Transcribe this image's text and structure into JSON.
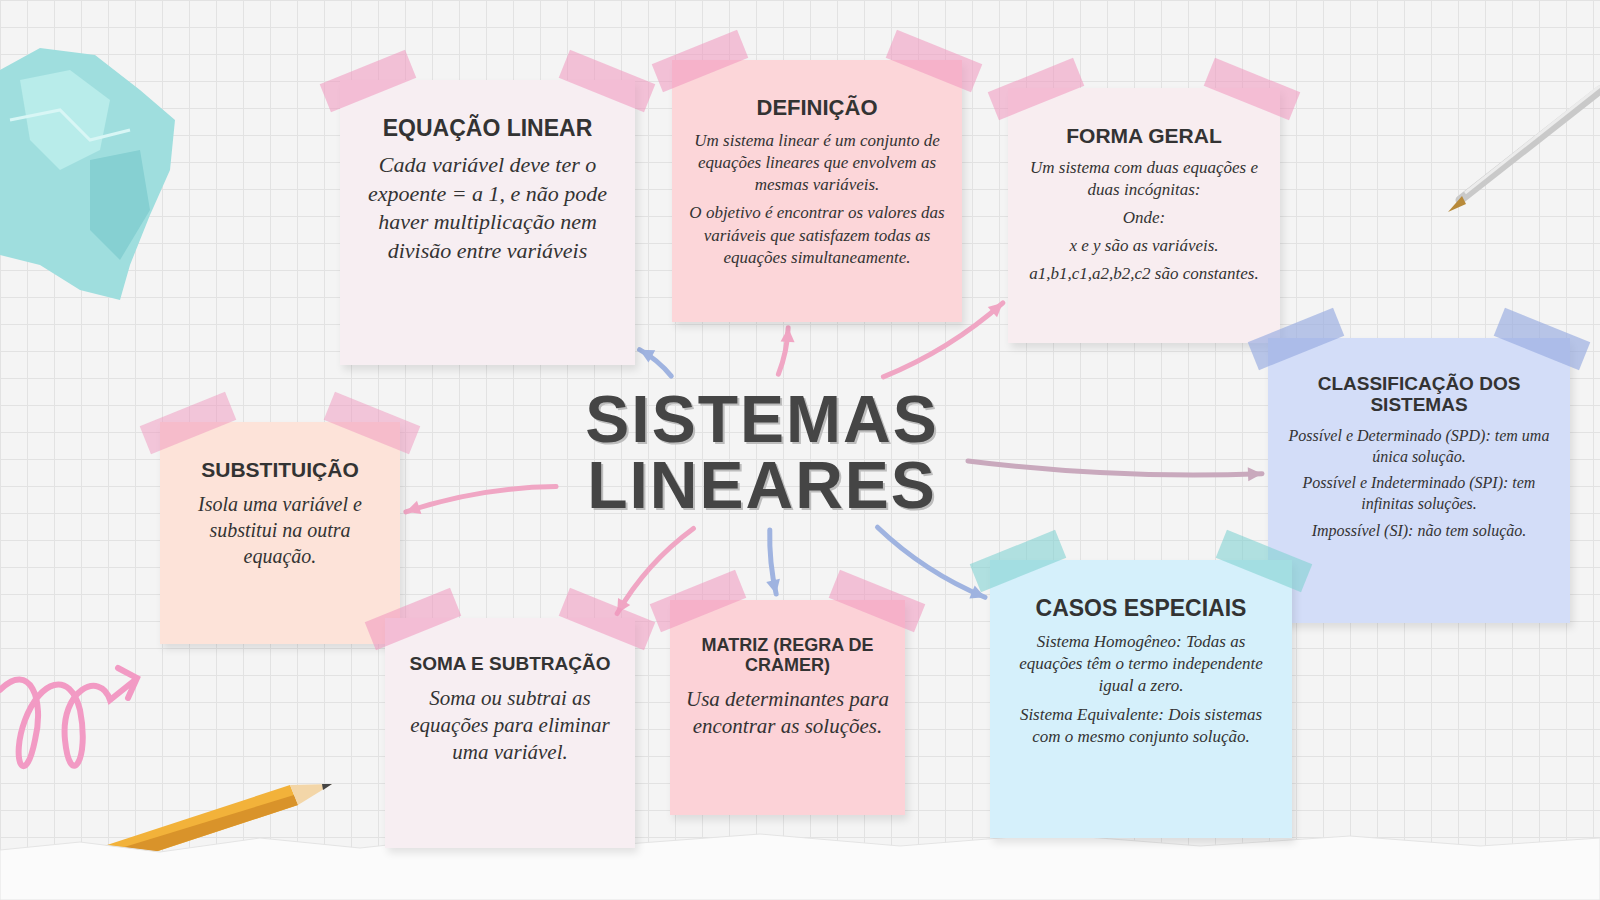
{
  "diagram": {
    "nodes": [
      {
        "text": [
          "SISTEMAS LINEARES"
        ]
      },
      {
        "text": [
          "EQUAÇÃO LINEAR",
          "Cada variável deve ter o expoente = a 1, e não pode haver multiplicação nem divisão entre variáveis"
        ]
      },
      {
        "text": [
          "DEFINIÇÃO",
          "Um sistema linear é um conjunto de equações lineares que envolvem as mesmas variáveis.",
          "O objetivo é encontrar os valores das variáveis que satisfazem todas as equações simultaneamente."
        ]
      },
      {
        "text": [
          "FORMA GERAL",
          "Um sistema com duas equações e duas incógnitas:",
          "Onde:",
          "x e y são as variáveis.",
          "a1,b1,c1,a2,b2,c2 são constantes."
        ]
      },
      {
        "text": [
          "CLASSIFICAÇÃO DOS SISTEMAS",
          "Possível e Determinado (SPD): tem uma única solução.",
          "Possível e Indeterminado (SPI): tem infinitas soluções.",
          "Impossível (SI): não tem solução."
        ]
      },
      {
        "text": [
          "SUBSTITUIÇÃO",
          "Isola uma variável e substitui na outra equação."
        ]
      },
      {
        "text": [
          "SOMA E SUBTRAÇÃO",
          "Soma ou subtrai as equações para eliminar uma variável."
        ]
      },
      {
        "text": [
          "MATRIZ (REGRA DE CRAMER)",
          "Usa determinantes para encontrar as soluções."
        ]
      },
      {
        "text": [
          "CASOS ESPECIAIS",
          "Sistema Homogêneo: Todas as equações têm o termo independente igual a zero.",
          "Sistema Equivalente: Dois sistemas com o mesmo conjunto solução."
        ]
      }
    ],
    "edges": [
      {
        "from": 0,
        "to": 1,
        "arrow": "to"
      },
      {
        "from": 0,
        "to": 2,
        "arrow": "to"
      },
      {
        "from": 0,
        "to": 3,
        "arrow": "to"
      },
      {
        "from": 0,
        "to": 4,
        "arrow": "to"
      },
      {
        "from": 0,
        "to": 8,
        "arrow": "to"
      },
      {
        "from": 0,
        "to": 7,
        "arrow": "to"
      },
      {
        "from": 0,
        "to": 6,
        "arrow": "to"
      },
      {
        "from": 0,
        "to": 5,
        "arrow": "to"
      }
    ]
  }
}
